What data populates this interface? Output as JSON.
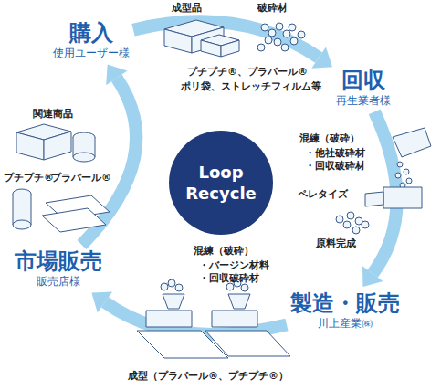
{
  "diagram": {
    "nodes": [
      {
        "text": [
          "購入",
          "使用ユーザー様"
        ]
      },
      {
        "text": [
          "回収",
          "再生業者様"
        ]
      },
      {
        "text": [
          "製造・販売",
          "川上産業㈱"
        ]
      },
      {
        "text": [
          "市場販売",
          "販売店様"
        ]
      },
      {
        "text": [
          "Loop Recycle"
        ]
      }
    ],
    "edges": [
      {
        "from": 0,
        "to": 1,
        "arrow": "to"
      },
      {
        "from": 1,
        "to": 2,
        "arrow": "to"
      },
      {
        "from": 2,
        "to": 3,
        "arrow": "to"
      },
      {
        "from": 3,
        "to": 0,
        "arrow": "to"
      }
    ],
    "labels": [
      "成型品",
      "破砕材",
      "プチプチ®、プラパール®",
      "ポリ袋、ストレッチフィルム等",
      "混練（破砕）",
      "・他社破砕材",
      "・回収破砕材",
      "ペレタイズ",
      "原料完成",
      "混練（破砕）",
      "・バージン材料",
      "・回収破砕材",
      "成型（プラパール®、プチプチ®）",
      "関連商品",
      "プチプチ®",
      "プラパール®"
    ]
  }
}
